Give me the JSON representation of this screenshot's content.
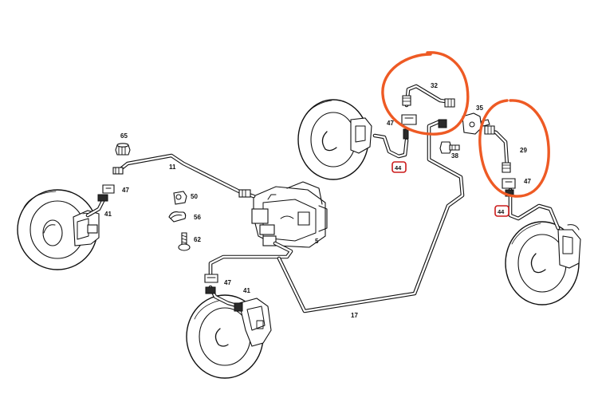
{
  "diagram": {
    "description_color_marker": "#e8551e",
    "colors": {
      "ink": "#111111",
      "background": "#ffffff",
      "highlight_circle": "#ee5a24",
      "callout_box": "#cc1a1a"
    },
    "labels": {
      "p65": "65",
      "p11": "11",
      "p47_left": "47",
      "p41_left": "41",
      "p50": "50",
      "p56": "56",
      "p62": "62",
      "p5": "5",
      "p47_bottom": "47",
      "p41_bottom": "41",
      "p17": "17",
      "p47_top": "47",
      "p44_top": "44",
      "p32": "32",
      "p35": "35",
      "p38": "38",
      "p29": "29",
      "p47_right": "47",
      "p44_right": "44"
    }
  }
}
